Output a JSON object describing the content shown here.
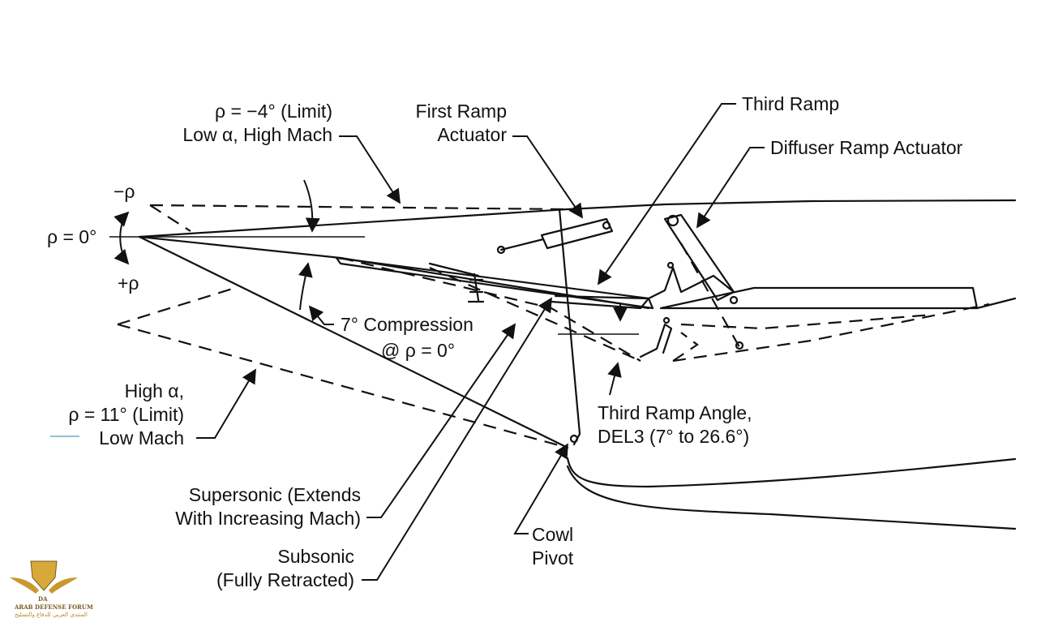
{
  "labels": {
    "rho_limit_neg_line1": "ρ = −4° (Limit)",
    "rho_limit_neg_line2": "Low α, High Mach",
    "neg_rho": "−ρ",
    "rho_zero": "ρ = 0°",
    "pos_rho": "+ρ",
    "first_ramp_line1": "First Ramp",
    "first_ramp_line2": "Actuator",
    "third_ramp": "Third Ramp",
    "diffuser_ramp": "Diffuser Ramp Actuator",
    "compression_line1": "7° Compression",
    "compression_line2": "@ ρ = 0°",
    "high_alpha_line1": "High α,",
    "high_alpha_line2": "ρ = 11° (Limit)",
    "high_alpha_line3": "Low Mach",
    "third_ramp_angle_line1": "Third Ramp Angle,",
    "third_ramp_angle_line2": "DEL3 (7° to 26.6°)",
    "supersonic_line1": "Supersonic (Extends",
    "supersonic_line2": "With Increasing Mach)",
    "subsonic_line1": "Subsonic",
    "subsonic_line2": "(Fully Retracted)",
    "cowl_line1": "Cowl",
    "cowl_line2": "Pivot"
  },
  "watermark": {
    "monogram": "DA",
    "name": "ARAB DEFENSE FORUM",
    "arabic": "المنتدى العربي للدفاع والتسليح"
  },
  "colors": {
    "ink": "#111111",
    "accent_blue": "#8fc1d8",
    "gold": "#c9992e"
  }
}
